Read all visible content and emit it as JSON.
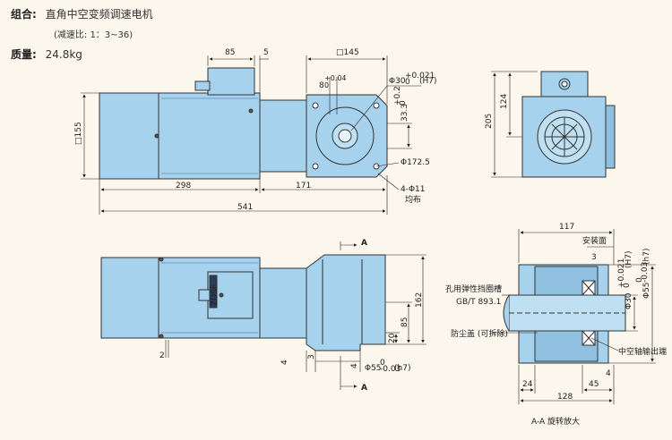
{
  "header": {
    "combo_label": "组合:",
    "combo_value": "直角中空变频调速电机",
    "ratio_note": "(减速比: 1：3~36)",
    "mass_label": "质量:",
    "mass_value": "24.8kg"
  },
  "top_view": {
    "dim_85": "85",
    "dim_5": "5",
    "dim_sq145": "□145",
    "dim_8": "8",
    "dim_8_tol": "+0.04",
    "dim_8_tol2": "0",
    "dim_30h7": "Φ30",
    "dim_30h7_tol": "+0.021",
    "dim_30h7_tol2": "0",
    "dim_30h7_fit": "(H7)",
    "dim_33_3": "33.3",
    "dim_33_3_tol": "+0.2",
    "dim_33_3_tol2": "0",
    "dim_sq155": "□155",
    "dim_172_5": "Φ172.5",
    "dim_holes": "4-Φ11",
    "dim_holes_note": "均布",
    "dim_298": "298",
    "dim_171": "171",
    "dim_541": "541"
  },
  "side_view": {
    "dim_205": "205",
    "dim_124": "124"
  },
  "front_view": {
    "section_a_top": "A",
    "section_a_bottom": "A",
    "nameplate": "ZDSF",
    "dim_162": "162",
    "dim_85": "85",
    "dim_20": "20",
    "dim_2": "2",
    "dim_4": "4",
    "dim_3": "3",
    "dim_4b": "4",
    "dim_55h7": "Φ55",
    "dim_55h7_tol": "0",
    "dim_55h7_tol2": "-0.03",
    "dim_55h7_fit": "(h7)"
  },
  "section_view": {
    "dim_117": "117",
    "label_mount": "安装面",
    "dim_3": "3",
    "dim_30h7": "Φ30",
    "dim_30h7_tol": "+0.021",
    "dim_30h7_tol2": "0",
    "dim_30h7_fit": "(H7)",
    "dim_55h7": "Φ55",
    "dim_55h7_tol": "0",
    "dim_55h7_tol2": "-0.03",
    "dim_55h7_fit": "(h7)",
    "label_retaining_ring": "孔用弹性挡圈槽",
    "label_retaining_std": "GB/T 893.1",
    "label_dust_cover": "防尘盖 (可拆除)",
    "label_hollow_output": "中空轴输出端",
    "dim_24": "24",
    "dim_128": "128",
    "dim_45": "45",
    "dim_4": "4",
    "caption": "A-A 旋转放大"
  },
  "colors": {
    "body_blue": "#a6d2ed",
    "body_blue_dark": "#8fc0e0",
    "line": "#222222",
    "background": "#fbf7ed"
  }
}
